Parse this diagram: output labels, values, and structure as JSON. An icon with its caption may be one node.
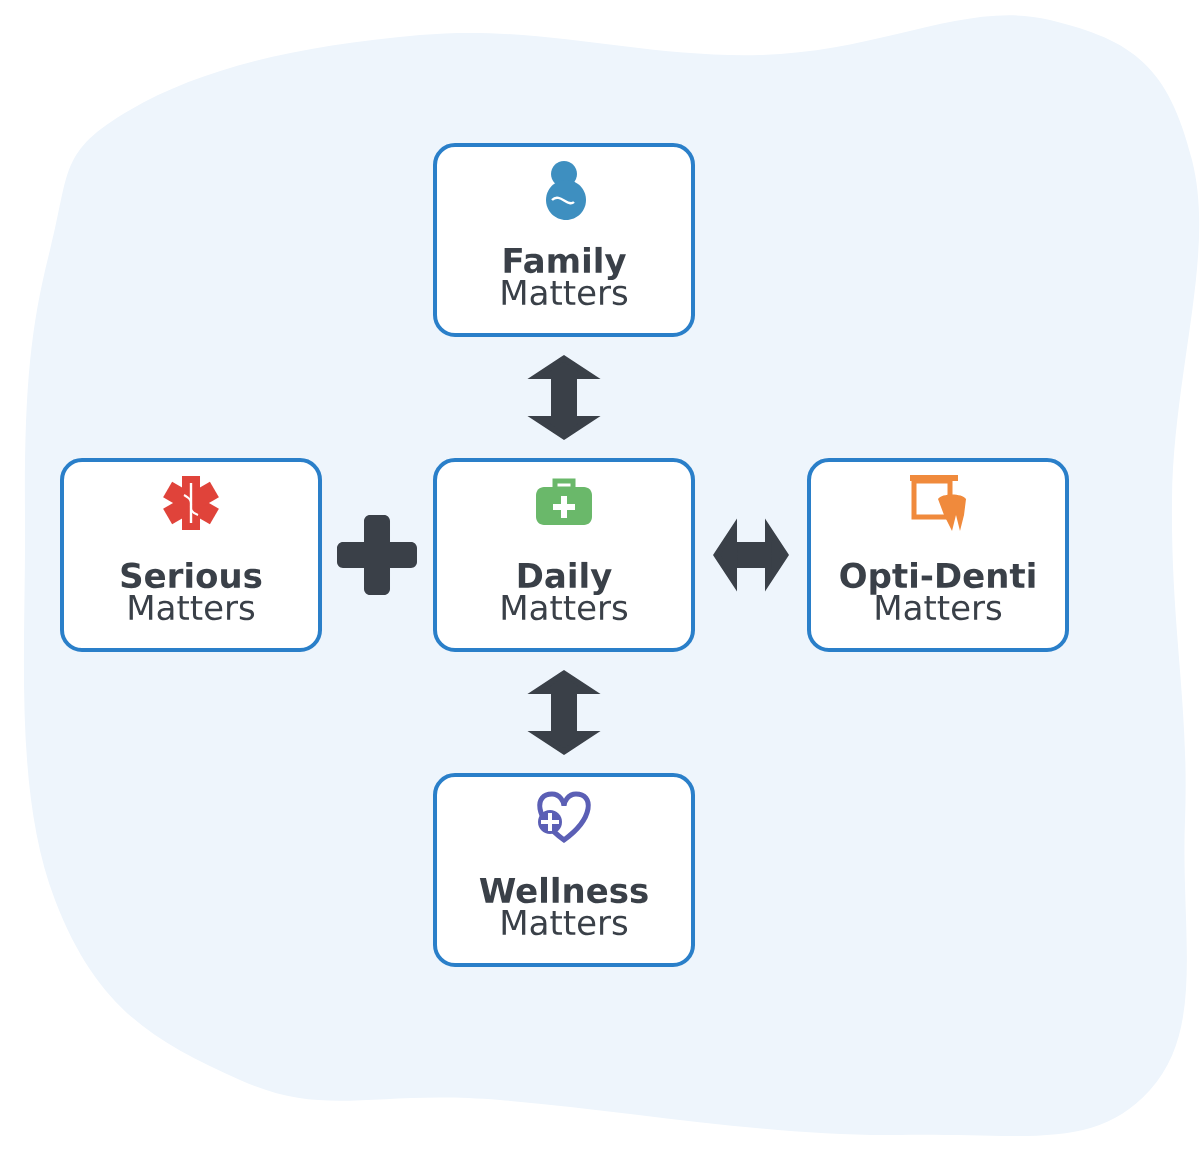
{
  "diagram": {
    "nodes": [
      {
        "text": [
          "Family",
          "Matters"
        ]
      },
      {
        "text": [
          "Serious",
          "Matters"
        ]
      },
      {
        "text": [
          "Daily",
          "Matters"
        ]
      },
      {
        "text": [
          "Opti-Denti",
          "Matters"
        ]
      },
      {
        "text": [
          "Wellness",
          "Matters"
        ]
      }
    ],
    "edges": [
      {
        "from": 0,
        "to": 2,
        "arrow": "both"
      },
      {
        "from": 2,
        "to": 3,
        "arrow": "both"
      },
      {
        "from": 2,
        "to": 4,
        "arrow": "both"
      }
    ]
  }
}
